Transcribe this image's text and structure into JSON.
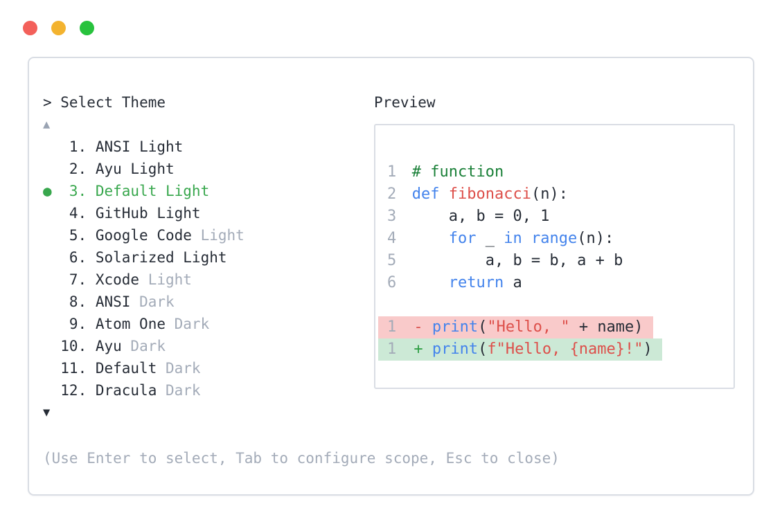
{
  "window": {
    "controls": [
      {
        "name": "close",
        "color": "#f3605a"
      },
      {
        "name": "minimize",
        "color": "#f3b32f"
      },
      {
        "name": "maximize",
        "color": "#28c23d"
      }
    ]
  },
  "picker": {
    "prompt": "> Select Theme",
    "scroll_up_icon": "▲",
    "scroll_down_icon": "▼",
    "selected_marker": "●",
    "items": [
      {
        "number": "1.",
        "name": "ANSI",
        "suffix": "Light",
        "suffix_dim": false,
        "selected": false
      },
      {
        "number": "2.",
        "name": "Ayu",
        "suffix": "Light",
        "suffix_dim": false,
        "selected": false
      },
      {
        "number": "3.",
        "name": "Default",
        "suffix": "Light",
        "suffix_dim": false,
        "selected": true
      },
      {
        "number": "4.",
        "name": "GitHub",
        "suffix": "Light",
        "suffix_dim": false,
        "selected": false
      },
      {
        "number": "5.",
        "name": "Google Code",
        "suffix": "Light",
        "suffix_dim": true,
        "selected": false
      },
      {
        "number": "6.",
        "name": "Solarized",
        "suffix": "Light",
        "suffix_dim": false,
        "selected": false
      },
      {
        "number": "7.",
        "name": "Xcode",
        "suffix": "Light",
        "suffix_dim": true,
        "selected": false
      },
      {
        "number": "8.",
        "name": "ANSI",
        "suffix": "Dark",
        "suffix_dim": true,
        "selected": false
      },
      {
        "number": "9.",
        "name": "Atom One",
        "suffix": "Dark",
        "suffix_dim": true,
        "selected": false
      },
      {
        "number": "10.",
        "name": "Ayu",
        "suffix": "Dark",
        "suffix_dim": true,
        "selected": false
      },
      {
        "number": "11.",
        "name": "Default",
        "suffix": "Dark",
        "suffix_dim": true,
        "selected": false
      },
      {
        "number": "12.",
        "name": "Dracula",
        "suffix": "Dark",
        "suffix_dim": true,
        "selected": false
      }
    ],
    "footer_hint": "(Use Enter to select, Tab to configure scope, Esc to close)"
  },
  "preview": {
    "title": "Preview",
    "code": [
      {
        "line": "1",
        "segments": [
          {
            "t": "# function",
            "c": "comment"
          }
        ]
      },
      {
        "line": "2",
        "segments": [
          {
            "t": "def",
            "c": "keyword"
          },
          {
            "t": " ",
            "c": "plain"
          },
          {
            "t": "fibonacci",
            "c": "function"
          },
          {
            "t": "(n):",
            "c": "plain"
          }
        ]
      },
      {
        "line": "3",
        "segments": [
          {
            "t": "    a, b = 0, 1",
            "c": "plain"
          }
        ]
      },
      {
        "line": "4",
        "segments": [
          {
            "t": "    ",
            "c": "plain"
          },
          {
            "t": "for",
            "c": "keyword"
          },
          {
            "t": " _ ",
            "c": "plain"
          },
          {
            "t": "in",
            "c": "keyword"
          },
          {
            "t": " ",
            "c": "plain"
          },
          {
            "t": "range",
            "c": "keyword"
          },
          {
            "t": "(n):",
            "c": "plain"
          }
        ]
      },
      {
        "line": "5",
        "segments": [
          {
            "t": "        a, b = b, a + b",
            "c": "plain"
          }
        ]
      },
      {
        "line": "6",
        "segments": [
          {
            "t": "    ",
            "c": "plain"
          },
          {
            "t": "return",
            "c": "keyword"
          },
          {
            "t": " a",
            "c": "plain"
          }
        ]
      }
    ],
    "diff": [
      {
        "line": "1",
        "op": "-",
        "type": "removed",
        "segments": [
          {
            "t": "print",
            "c": "keyword"
          },
          {
            "t": "(",
            "c": "plain"
          },
          {
            "t": "\"Hello, \"",
            "c": "string"
          },
          {
            "t": " + name)",
            "c": "plain"
          }
        ]
      },
      {
        "line": "1",
        "op": "+",
        "type": "added",
        "segments": [
          {
            "t": "print",
            "c": "keyword"
          },
          {
            "t": "(",
            "c": "plain"
          },
          {
            "t": "f\"Hello, {name}!\"",
            "c": "string"
          },
          {
            "t": ")",
            "c": "plain"
          }
        ]
      }
    ]
  },
  "colors": {
    "text": "#262c36",
    "dim": "#a3abb8",
    "dim_arrow": "#99a3b2",
    "border": "#d9dde4",
    "selected": "#38a74d",
    "plain": "#262c36",
    "keyword": "#4383ec",
    "function": "#dd4f4a",
    "string": "#dd4f4a",
    "comment": "#1a8038",
    "ln": "#a3abb8",
    "removed_bg": "#f9caca",
    "added_bg": "#cce9d6",
    "removed_op": "#d9534f",
    "added_op": "#2f9e44"
  }
}
